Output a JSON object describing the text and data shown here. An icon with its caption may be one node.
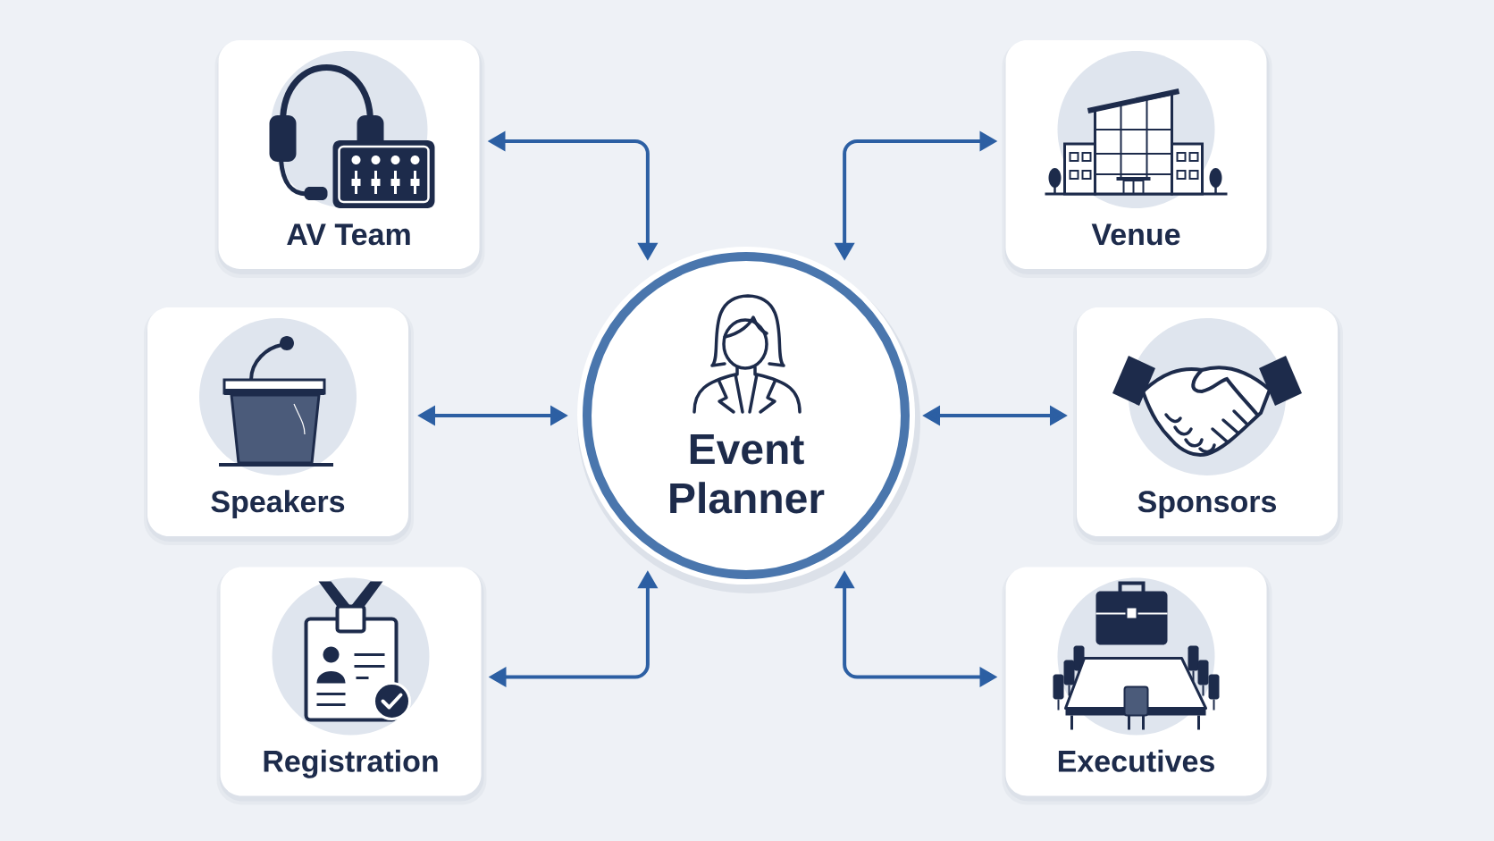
{
  "diagram": {
    "nodes": [
      {
        "text": [
          "AV Team"
        ]
      },
      {
        "text": [
          "Venue"
        ]
      },
      {
        "text": [
          "Speakers"
        ]
      },
      {
        "text": [
          "Event Planner"
        ]
      },
      {
        "text": [
          "Sponsors"
        ]
      },
      {
        "text": [
          "Registration"
        ]
      },
      {
        "text": [
          "Executives"
        ]
      }
    ],
    "edges": [
      {
        "from": 3,
        "to": 0,
        "arrow": "both"
      },
      {
        "from": 3,
        "to": 1,
        "arrow": "both"
      },
      {
        "from": 3,
        "to": 2,
        "arrow": "both"
      },
      {
        "from": 3,
        "to": 4,
        "arrow": "both"
      },
      {
        "from": 3,
        "to": 5,
        "arrow": "both"
      },
      {
        "from": 3,
        "to": 6,
        "arrow": "both"
      }
    ]
  }
}
